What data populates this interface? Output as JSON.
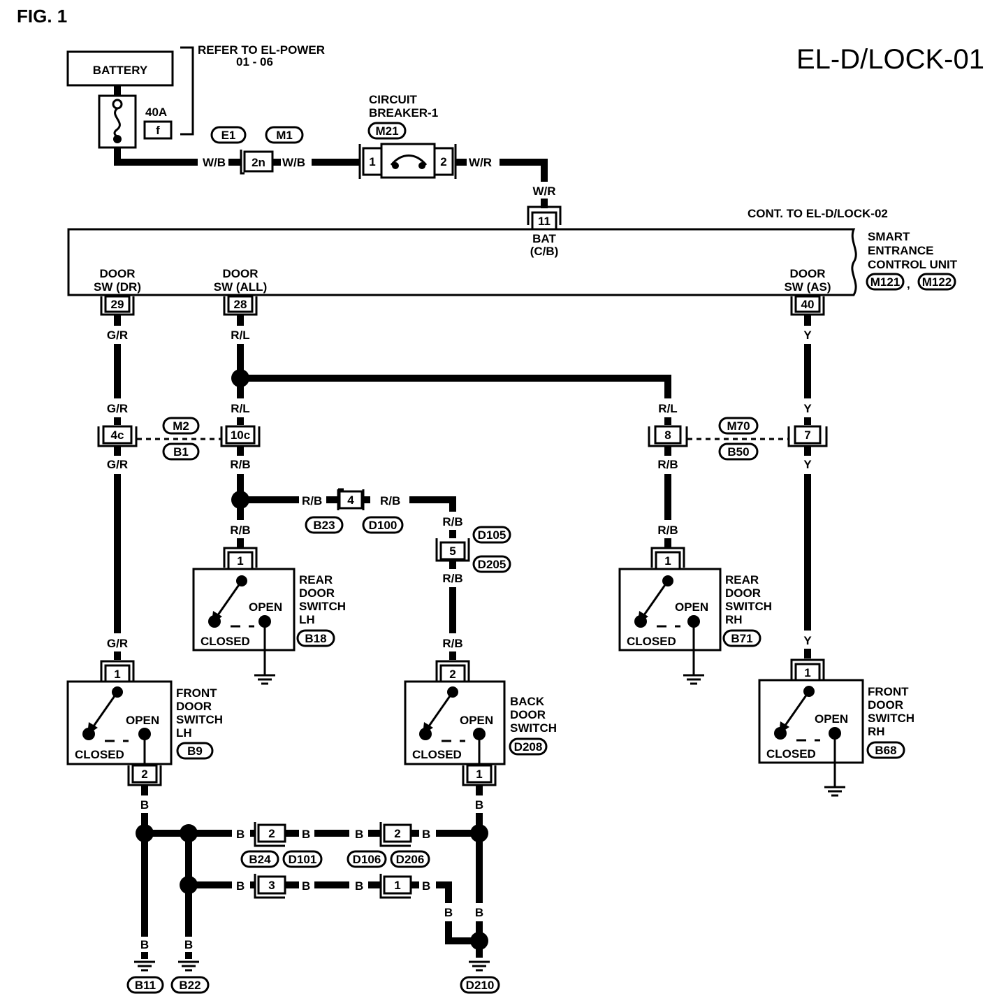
{
  "title": {
    "fig": "FIG. 1",
    "page_code": "EL-D/LOCK-01"
  },
  "power": {
    "battery": "BATTERY",
    "refer_line1": "REFER TO EL-POWER",
    "refer_line2": "01 - 06",
    "fuse_rating": "40A",
    "fuse_id": "f"
  },
  "connectors": {
    "E1": "E1",
    "M1": "M1",
    "c2n": "2n",
    "M21": "M21",
    "cb_pin1": "1",
    "cb_pin2": "2",
    "pin11": "11",
    "pin29": "29",
    "pin28": "28",
    "pin40": "40",
    "c4c": "4c",
    "c10c": "10c",
    "c8": "8",
    "c7": "7",
    "M2": "M2",
    "B1": "B1",
    "M70": "M70",
    "B50": "B50",
    "c4": "4",
    "B23": "B23",
    "D100": "D100",
    "c5": "5",
    "D105": "D105",
    "D205": "D205",
    "rl_pin1": "1",
    "rr_pin1": "1",
    "fl_pin1": "1",
    "fl_pin2": "2",
    "bd_pin2": "2",
    "bd_pin1": "1",
    "fr_pin1": "1",
    "j2a": "2",
    "j2b": "2",
    "j3": "3",
    "j1": "1",
    "B24": "B24",
    "D101": "D101",
    "D106": "D106",
    "D206": "D206",
    "B11": "B11",
    "B22": "B22",
    "D210": "D210"
  },
  "breaker": {
    "line1": "CIRCUIT",
    "line2": "BREAKER-1"
  },
  "wires": {
    "WB": "W/B",
    "WR": "W/R",
    "GR": "G/R",
    "RL": "R/L",
    "RB": "R/B",
    "Y": "Y",
    "B": "B"
  },
  "control_unit": {
    "cont": "CONT. TO EL-D/LOCK-02",
    "bat1": "BAT",
    "bat2": "(C/B)",
    "name1": "SMART",
    "name2": "ENTRANCE",
    "name3": "CONTROL UNIT",
    "conn1": "M121",
    "conn_sep": ",",
    "conn2": "M122",
    "term_dr1": "DOOR",
    "term_dr2": "SW (DR)",
    "term_all1": "DOOR",
    "term_all2": "SW (ALL)",
    "term_as1": "DOOR",
    "term_as2": "SW (AS)"
  },
  "switches": {
    "rear_lh": {
      "l1": "REAR",
      "l2": "DOOR",
      "l3": "SWITCH",
      "l4": "LH",
      "conn": "B18",
      "open": "OPEN",
      "closed": "CLOSED"
    },
    "rear_rh": {
      "l1": "REAR",
      "l2": "DOOR",
      "l3": "SWITCH",
      "l4": "RH",
      "conn": "B71",
      "open": "OPEN",
      "closed": "CLOSED"
    },
    "front_lh": {
      "l1": "FRONT",
      "l2": "DOOR",
      "l3": "SWITCH",
      "l4": "LH",
      "conn": "B9",
      "open": "OPEN",
      "closed": "CLOSED"
    },
    "back": {
      "l1": "BACK",
      "l2": "DOOR",
      "l3": "SWITCH",
      "conn": "D208",
      "open": "OPEN",
      "closed": "CLOSED"
    },
    "front_rh": {
      "l1": "FRONT",
      "l2": "DOOR",
      "l3": "SWITCH",
      "l4": "RH",
      "conn": "B68",
      "open": "OPEN",
      "closed": "CLOSED"
    }
  }
}
